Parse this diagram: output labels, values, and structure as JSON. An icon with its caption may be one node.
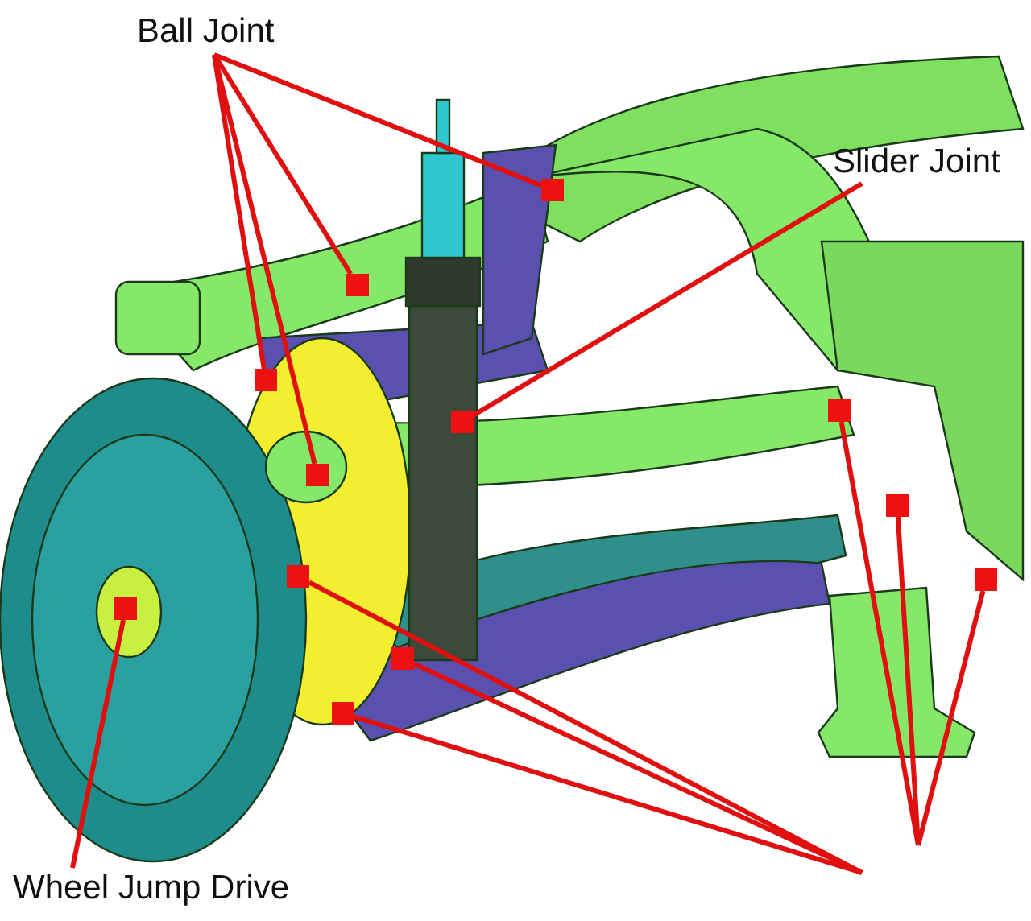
{
  "diagram": {
    "nodes": [
      {
        "text": [
          "Ball Joint"
        ]
      },
      {
        "text": [
          "Slider Joint"
        ]
      },
      {
        "text": [
          "Wheel Jump Drive"
        ]
      },
      {
        "text": [],
        "shape": "box"
      },
      {
        "text": [],
        "shape": "box"
      },
      {
        "text": [],
        "shape": "box"
      },
      {
        "text": [],
        "shape": "box"
      },
      {
        "text": [],
        "shape": "box"
      },
      {
        "text": [],
        "shape": "box"
      },
      {
        "text": [],
        "shape": "box"
      },
      {
        "text": [],
        "shape": "box"
      },
      {
        "text": [],
        "shape": "box"
      },
      {
        "text": [],
        "shape": "box"
      },
      {
        "text": [],
        "shape": "box"
      },
      {
        "text": [],
        "shape": "box"
      }
    ],
    "edges": [
      {
        "from": 0,
        "to": 3,
        "arrow": "none"
      },
      {
        "from": 0,
        "to": 4,
        "arrow": "none"
      },
      {
        "from": 0,
        "to": 5,
        "arrow": "none"
      },
      {
        "from": 0,
        "to": 6,
        "arrow": "none"
      },
      {
        "from": 1,
        "to": 7,
        "arrow": "none"
      },
      {
        "from": 2,
        "to": 8,
        "arrow": "none"
      },
      {
        "from": null,
        "to": 9,
        "arrow": "none"
      },
      {
        "from": null,
        "to": 10,
        "arrow": "none"
      },
      {
        "from": null,
        "to": 11,
        "arrow": "none"
      },
      {
        "from": null,
        "to": 12,
        "arrow": "none"
      },
      {
        "from": null,
        "to": 13,
        "arrow": "none"
      },
      {
        "from": null,
        "to": 14,
        "arrow": "none"
      }
    ]
  }
}
